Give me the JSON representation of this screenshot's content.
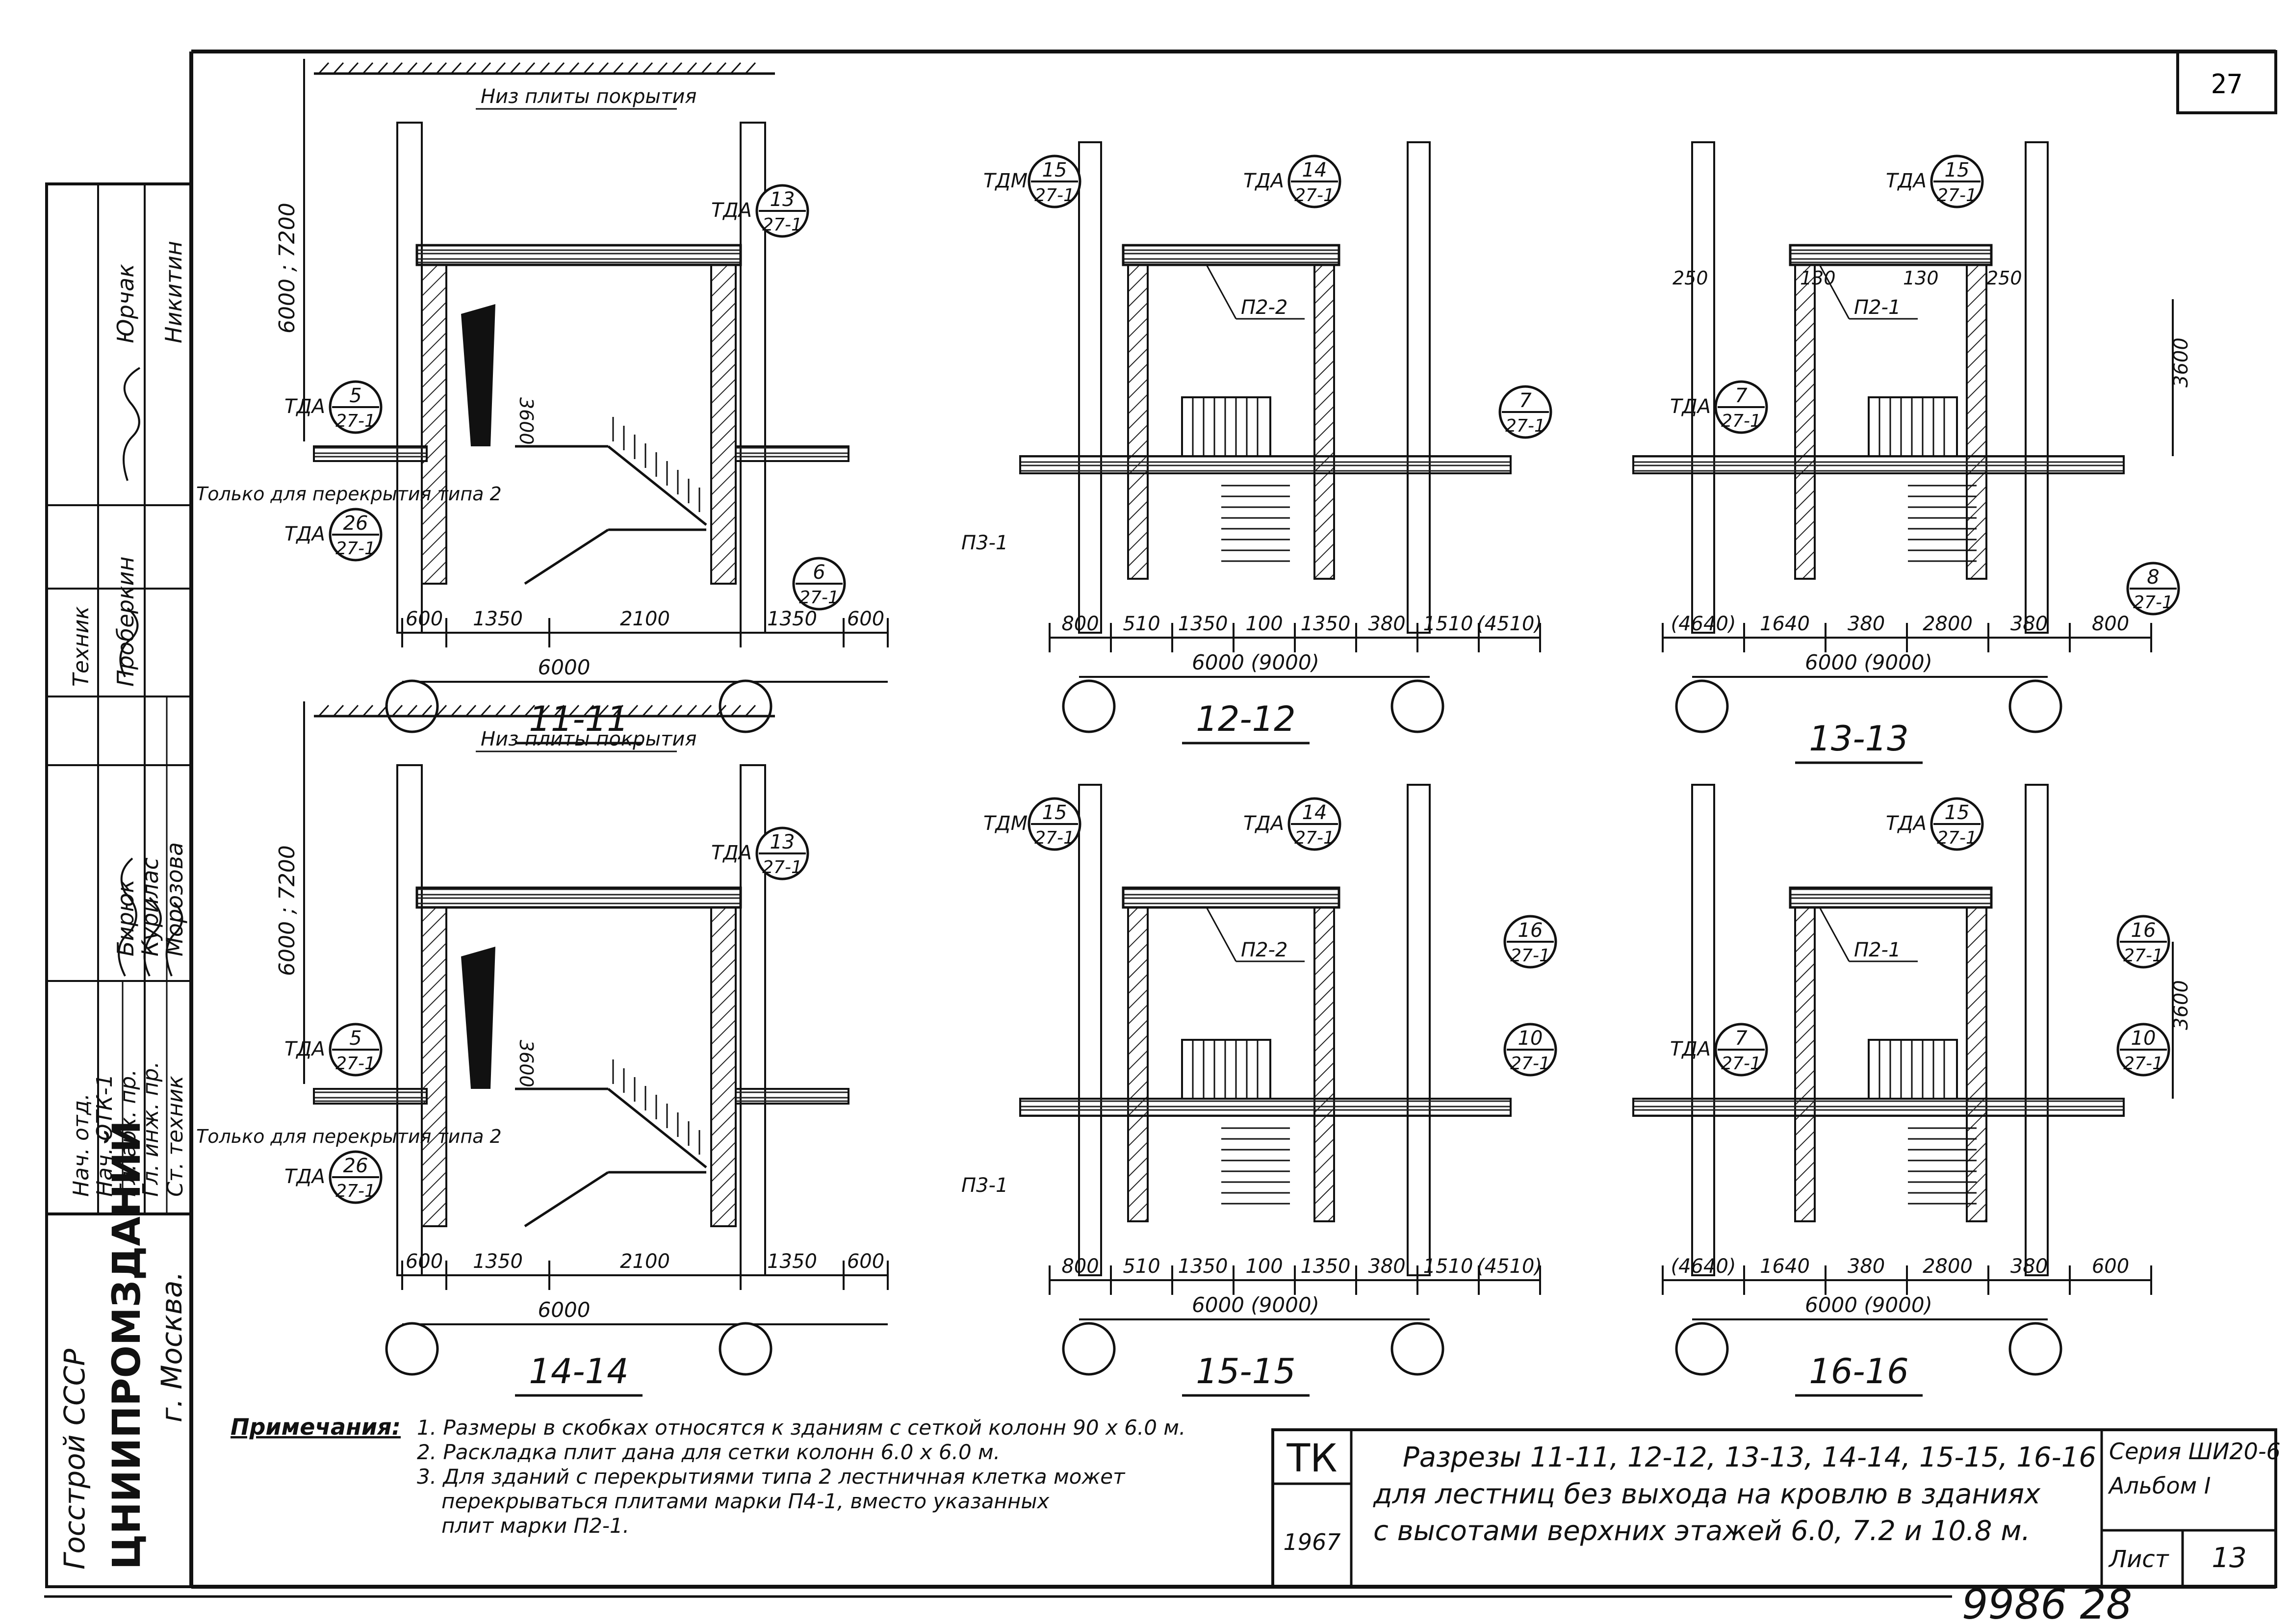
{
  "sheet_number_top": "27",
  "stamp": {
    "rows": [
      {
        "role": "Нач. отд.",
        "name": "Юрчак"
      },
      {
        "role": "Нач. ОТК-1",
        "name": "Никитин"
      },
      {
        "role": "Гл. арх. пр.",
        "name": "Бирюк"
      },
      {
        "role": "Гл. инж. пр.",
        "name": "Курилас"
      },
      {
        "role": "Ст. техник",
        "name": "Морозова"
      },
      {
        "role": "Техник",
        "name": "Проберкин"
      }
    ],
    "org_line1": "Госстрой СССР",
    "org_line2": "ЦНИИПРОМЗДАНИЙ",
    "org_line3": "г. Москва."
  },
  "roof_label": "Низ плиты покрытия",
  "only_type2": "Только для перекрытия типа 2",
  "sections": [
    {
      "id": "s11",
      "title": "11-11",
      "height_dim": "6000 ; 7200",
      "stair_h": "3600",
      "dims": [
        "600",
        "1350",
        "2100",
        "1350",
        "600"
      ],
      "total": "6000",
      "callouts": [
        {
          "mark": "ТДА",
          "n": "13",
          "d": "27-1"
        },
        {
          "mark": "ТДА",
          "n": "5",
          "d": "27-1"
        },
        {
          "mark": "ТДА",
          "n": "26",
          "d": "27-1"
        },
        {
          "mark": "",
          "n": "6",
          "d": "27-1"
        }
      ]
    },
    {
      "id": "s12",
      "title": "12-12",
      "height_dim": "",
      "stair_h": "",
      "dims": [
        "800",
        "510",
        "1350",
        "100",
        "1350",
        "380",
        "1510",
        "(4510)"
      ],
      "total": "6000 (9000)",
      "slab_mark": "П2-2",
      "pz": "П3-1",
      "callouts": [
        {
          "mark": "ТДМ",
          "n": "15",
          "d": "27-1"
        },
        {
          "mark": "ТДА",
          "n": "14",
          "d": "27-1"
        },
        {
          "mark": "",
          "n": "7",
          "d": "27-1"
        }
      ]
    },
    {
      "id": "s13",
      "title": "13-13",
      "height_dim": "3600",
      "stair_h": "",
      "dims": [
        "(4640)",
        "1640",
        "380",
        "2800",
        "380",
        "800"
      ],
      "total": "6000 (9000)",
      "slab_mark": "П2-1",
      "top_dims": [
        "250",
        "130",
        "130",
        "250"
      ],
      "callouts": [
        {
          "mark": "ТДА",
          "n": "15",
          "d": "27-1"
        },
        {
          "mark": "ТДА",
          "n": "7",
          "d": "27-1"
        },
        {
          "mark": "",
          "n": "8",
          "d": "27-1"
        }
      ]
    },
    {
      "id": "s14",
      "title": "14-14",
      "height_dim": "6000 ; 7200",
      "stair_h": "3600",
      "dims": [
        "600",
        "1350",
        "2100",
        "1350",
        "600"
      ],
      "total": "6000",
      "callouts": [
        {
          "mark": "ТДА",
          "n": "13",
          "d": "27-1"
        },
        {
          "mark": "ТДА",
          "n": "5",
          "d": "27-1"
        },
        {
          "mark": "ТДА",
          "n": "26",
          "d": "27-1"
        }
      ]
    },
    {
      "id": "s15",
      "title": "15-15",
      "height_dim": "",
      "stair_h": "",
      "dims": [
        "800",
        "510",
        "1350",
        "100",
        "1350",
        "380",
        "1510",
        "(4510)"
      ],
      "total": "6000 (9000)",
      "slab_mark": "П2-2",
      "pz": "П3-1",
      "callouts": [
        {
          "mark": "ТДМ",
          "n": "15",
          "d": "27-1"
        },
        {
          "mark": "ТДА",
          "n": "14",
          "d": "27-1"
        },
        {
          "mark": "",
          "n": "16",
          "d": "27-1"
        },
        {
          "mark": "",
          "n": "10",
          "d": "27-1"
        }
      ]
    },
    {
      "id": "s16",
      "title": "16-16",
      "height_dim": "3600",
      "stair_h": "",
      "dims": [
        "(4640)",
        "1640",
        "380",
        "2800",
        "380",
        "600"
      ],
      "total": "6000 (9000)",
      "slab_mark": "П2-1",
      "callouts": [
        {
          "mark": "ТДА",
          "n": "15",
          "d": "27-1"
        },
        {
          "mark": "ТДА",
          "n": "7",
          "d": "27-1"
        },
        {
          "mark": "",
          "n": "16",
          "d": "27-1"
        },
        {
          "mark": "",
          "n": "10",
          "d": "27-1"
        }
      ]
    }
  ],
  "notes": {
    "heading": "Примечания:",
    "items": [
      "1. Размеры в скобках относятся к зданиям с сеткой колонн 90 х 6.0 м.",
      "2. Раскладка плит дана для сетки колонн 6.0 х 6.0 м.",
      "3. Для зданий с перекрытиями типа 2 лестничная клетка может",
      "перекрываться плитами марки П4-1, вместо указанных",
      "плит марки П2-1."
    ]
  },
  "title_block": {
    "code": "ТК",
    "year": "1967",
    "title_lines": [
      "Разрезы 11-11, 12-12, 13-13, 14-14, 15-15, 16-16",
      "для лестниц без выхода на кровлю в зданиях",
      "с высотами верхних этажей 6.0, 7.2 и 10.8 м."
    ],
    "series": "Серия ШИ20-6",
    "album": "Альбом I",
    "sheet_label": "Лист",
    "sheet_value": "13"
  },
  "bottom_code": "9986  28"
}
